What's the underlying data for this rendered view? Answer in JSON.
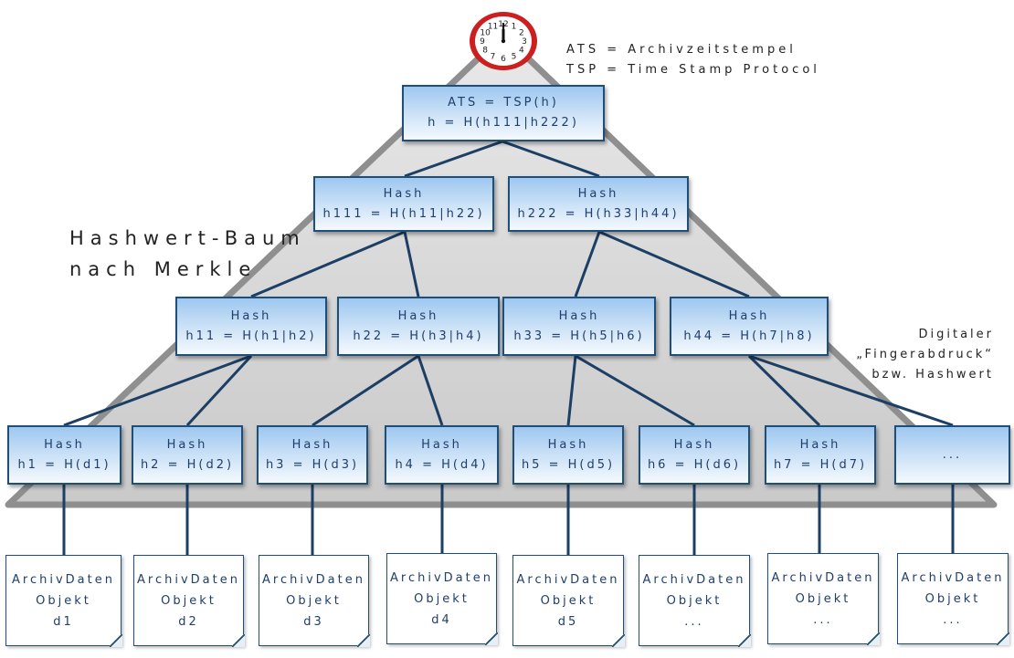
{
  "legend": {
    "ats": "ATS = Archivzeitstempel",
    "tsp": "TSP = Time Stamp Protocol"
  },
  "title": {
    "line1": "Hashwert-Baum",
    "line2": "nach Merkle"
  },
  "fingerprint": {
    "line1": "Digitaler",
    "line2": "„Fingerabdruck“",
    "line3": "bzw. Hashwert"
  },
  "root": {
    "line1": "ATS = TSP(h)",
    "line2": "h = H(h111|h222)"
  },
  "level2": [
    {
      "line1": "Hash",
      "line2": "h111 = H(h11|h22)"
    },
    {
      "line1": "Hash",
      "line2": "h222 = H(h33|h44)"
    }
  ],
  "level3": [
    {
      "line1": "Hash",
      "line2": "h11 = H(h1|h2)"
    },
    {
      "line1": "Hash",
      "line2": "h22 = H(h3|h4)"
    },
    {
      "line1": "Hash",
      "line2": "h33 = H(h5|h6)"
    },
    {
      "line1": "Hash",
      "line2": "h44 = H(h7|h8)"
    }
  ],
  "leaves": [
    {
      "line1": "Hash",
      "line2": "h1 = H(d1)"
    },
    {
      "line1": "Hash",
      "line2": "h2 = H(d2)"
    },
    {
      "line1": "Hash",
      "line2": "h3 = H(d3)"
    },
    {
      "line1": "Hash",
      "line2": "h4 = H(d4)"
    },
    {
      "line1": "Hash",
      "line2": "h5 = H(d5)"
    },
    {
      "line1": "Hash",
      "line2": "h6 = H(d6)"
    },
    {
      "line1": "Hash",
      "line2": "h7 = H(d7)"
    },
    {
      "line1": "",
      "line2": "..."
    }
  ],
  "documents": [
    {
      "line1": "ArchivDaten",
      "line2": "Objekt",
      "line3": "d1"
    },
    {
      "line1": "ArchivDaten",
      "line2": "Objekt",
      "line3": "d2"
    },
    {
      "line1": "ArchivDaten",
      "line2": "Objekt",
      "line3": "d3"
    },
    {
      "line1": "ArchivDaten",
      "line2": "Objekt",
      "line3": "d4"
    },
    {
      "line1": "ArchivDaten",
      "line2": "Objekt",
      "line3": "d5"
    },
    {
      "line1": "ArchivDaten",
      "line2": "Objekt",
      "line3": "..."
    },
    {
      "line1": "ArchivDaten",
      "line2": "Objekt",
      "line3": "..."
    },
    {
      "line1": "ArchivDaten",
      "line2": "Objekt",
      "line3": "..."
    }
  ],
  "clock": {
    "numerals": [
      "12",
      "1",
      "2",
      "3",
      "4",
      "5",
      "6",
      "7",
      "8",
      "9",
      "10",
      "11"
    ],
    "colors": {
      "rim": "#cc1f1f",
      "face": "#ffffff"
    }
  },
  "colors": {
    "node_border": "#1f4e79",
    "text": "#1e3f6b",
    "edge": "#1c3f66",
    "pyramid_fill": "#d7d7d7",
    "pyramid_stroke": "#8f8f8f"
  }
}
